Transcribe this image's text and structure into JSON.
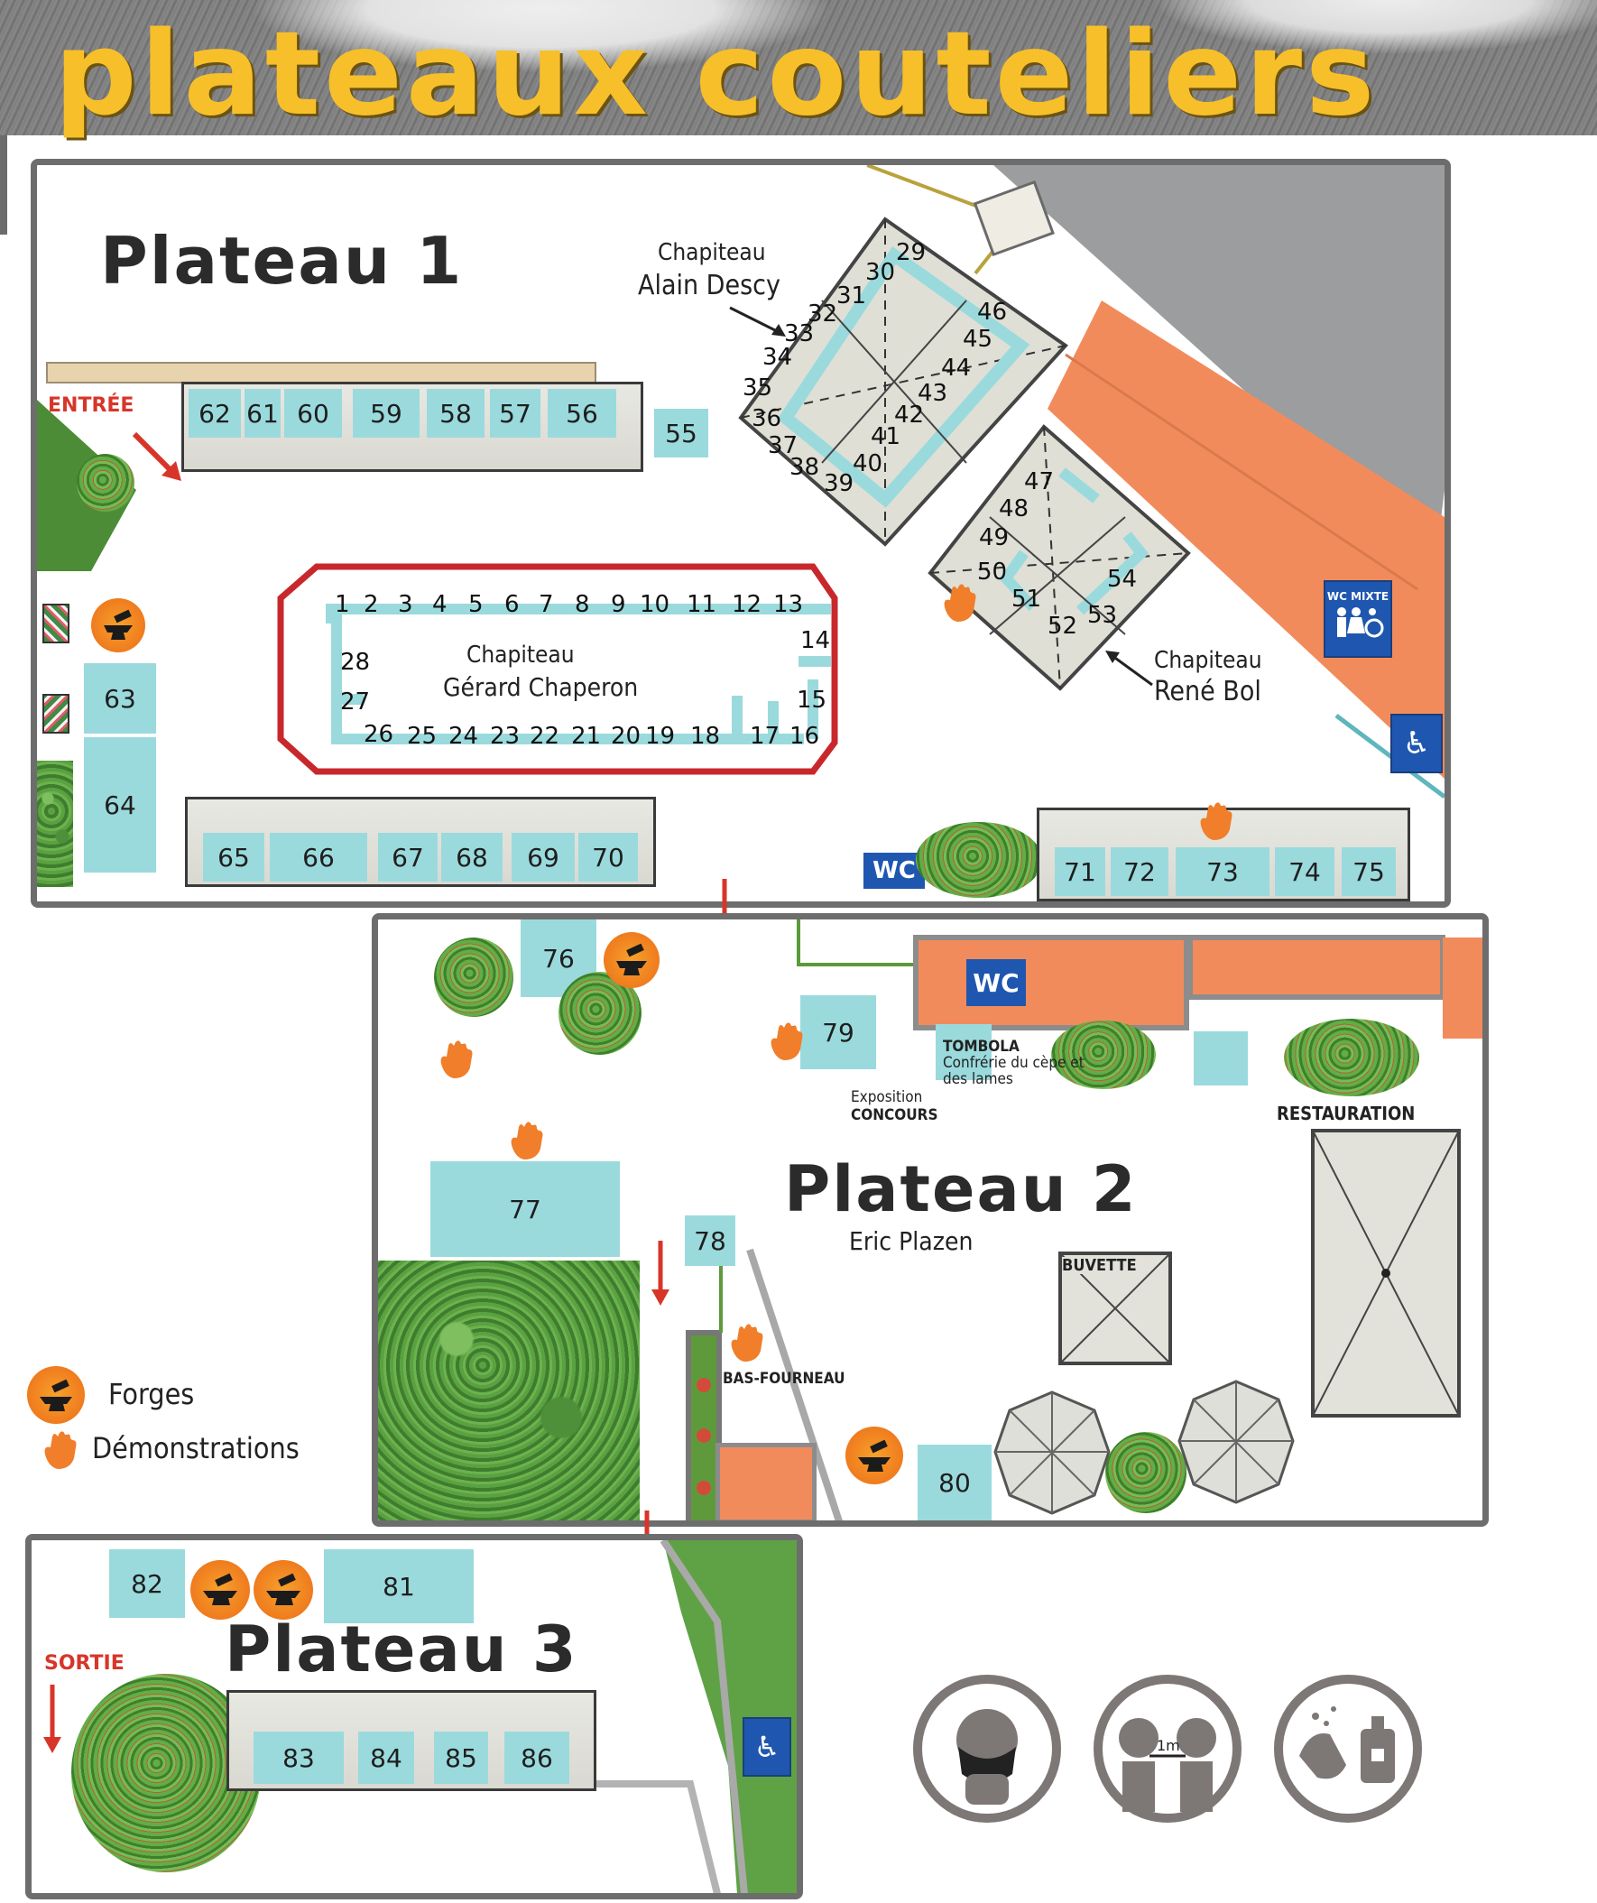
{
  "banner": {
    "title": "plateaux couteliers"
  },
  "plateau1": {
    "title": "Plateau 1",
    "entree": "ENTRÉE",
    "chapiteau_descy": {
      "line1": "Chapiteau",
      "line2": "Alain Descy"
    },
    "chapiteau_chaperon": {
      "line1": "Chapiteau",
      "line2": "Gérard Chaperon"
    },
    "chapiteau_bol": {
      "line1": "Chapiteau",
      "line2": "René Bol"
    },
    "row_top": [
      "62",
      "61",
      "60",
      "59",
      "58",
      "57",
      "56"
    ],
    "stand_55": "55",
    "descy_numbers": [
      "29",
      "30",
      "31",
      "32",
      "33",
      "34",
      "35",
      "36",
      "37",
      "38",
      "39",
      "40",
      "41",
      "42",
      "43",
      "44",
      "45",
      "46"
    ],
    "bol_numbers": [
      "47",
      "48",
      "49",
      "50",
      "51",
      "52",
      "53",
      "54"
    ],
    "chaperon_top": [
      "1",
      "2",
      "3",
      "4",
      "5",
      "6",
      "7",
      "8",
      "9",
      "10",
      "11",
      "12",
      "13"
    ],
    "chaperon_bottom": [
      "26",
      "25",
      "24",
      "23",
      "22",
      "21",
      "20",
      "19",
      "18",
      "17",
      "16"
    ],
    "chaperon_sides": {
      "n14": "14",
      "n15": "15",
      "n27": "27",
      "n28": "28"
    },
    "left_stands": {
      "s63": "63",
      "s64": "64"
    },
    "row_bottom": [
      "65",
      "66",
      "67",
      "68",
      "69",
      "70"
    ],
    "row_bottom_right": [
      "71",
      "72",
      "73",
      "74",
      "75"
    ],
    "wc": "WC",
    "wc_mixte": "WC MIXTE"
  },
  "plateau2": {
    "title": "Plateau 2",
    "subtitle": "Eric Plazen",
    "stands": {
      "s76": "76",
      "s77": "77",
      "s78": "78",
      "s79": "79",
      "s80": "80"
    },
    "wc": "WC",
    "tombola": {
      "l1": "TOMBOLA",
      "l2": "Confrérie du cèpe et",
      "l3": "des lames"
    },
    "exposition": {
      "l1": "Exposition",
      "l2": "CONCOURS"
    },
    "restauration": "RESTAURATION",
    "buvette": "BUVETTE",
    "bas_fourneau": "BAS-FOURNEAU"
  },
  "plateau3": {
    "title": "Plateau 3",
    "sortie": "SORTIE",
    "stands": {
      "s81": "81",
      "s82": "82"
    },
    "row": [
      "83",
      "84",
      "85",
      "86"
    ]
  },
  "legend": {
    "forges": "Forges",
    "demonstrations": "Démonstrations"
  },
  "colors": {
    "stand": "#9adadd",
    "orange": "#f28b5b",
    "title_yellow": "#f7c02a",
    "frame": "#6d6d6d",
    "wc_blue": "#1f57b0",
    "red": "#d8352a"
  },
  "icons": [
    "forge-icon",
    "hand-icon",
    "wc-icon",
    "accessible-icon",
    "mask-icon",
    "distance-icon",
    "handwash-icon"
  ]
}
